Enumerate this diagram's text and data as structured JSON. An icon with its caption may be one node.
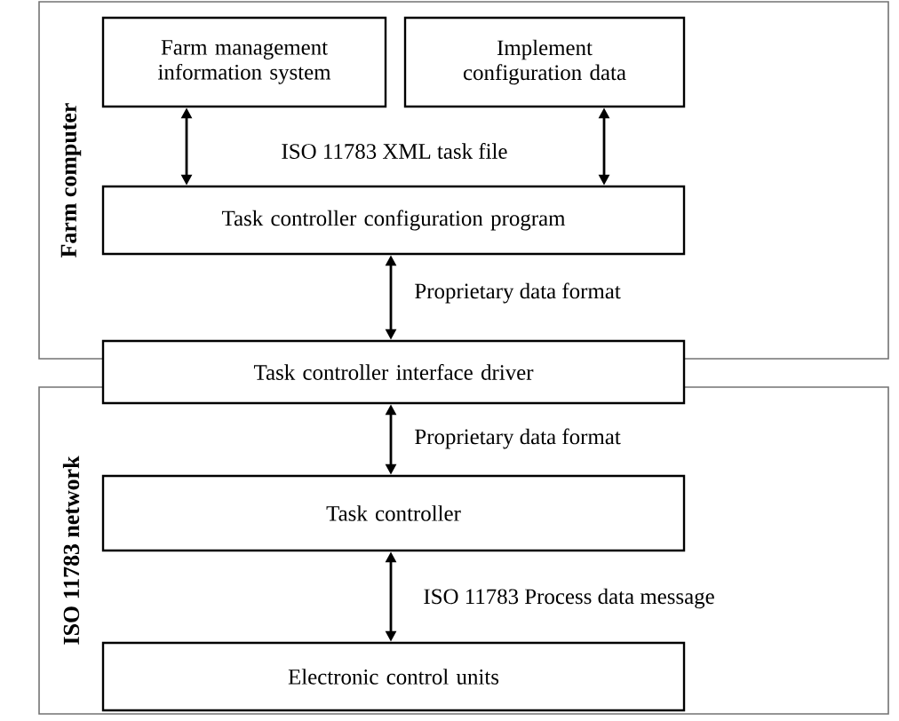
{
  "diagram": {
    "nodes": [
      {
        "text": [
          "Farm computer"
        ]
      },
      {
        "text": [
          "Farm management information system"
        ],
        "in": 0
      },
      {
        "text": [
          "Implement configuration data"
        ],
        "in": 0
      },
      {
        "text": [
          "Task controller configuration program"
        ],
        "in": 0
      },
      {
        "text": [
          "Task controller interface driver"
        ]
      },
      {
        "text": [
          "ISO 11783 network"
        ]
      },
      {
        "text": [
          "Task controller"
        ],
        "in": 5
      },
      {
        "text": [
          "Electronic control units"
        ],
        "in": 5
      }
    ],
    "edges": [
      {
        "from": 1,
        "to": 3,
        "arrow": "both",
        "label": "ISO 11783 XML task file"
      },
      {
        "from": 2,
        "to": 3,
        "arrow": "both"
      },
      {
        "from": 3,
        "to": 4,
        "arrow": "both",
        "label": "Proprietary data format"
      },
      {
        "from": 4,
        "to": 6,
        "arrow": "both",
        "label": "Proprietary data format"
      },
      {
        "from": 6,
        "to": 7,
        "arrow": "both",
        "label": "ISO 11783 Process data message"
      }
    ]
  }
}
